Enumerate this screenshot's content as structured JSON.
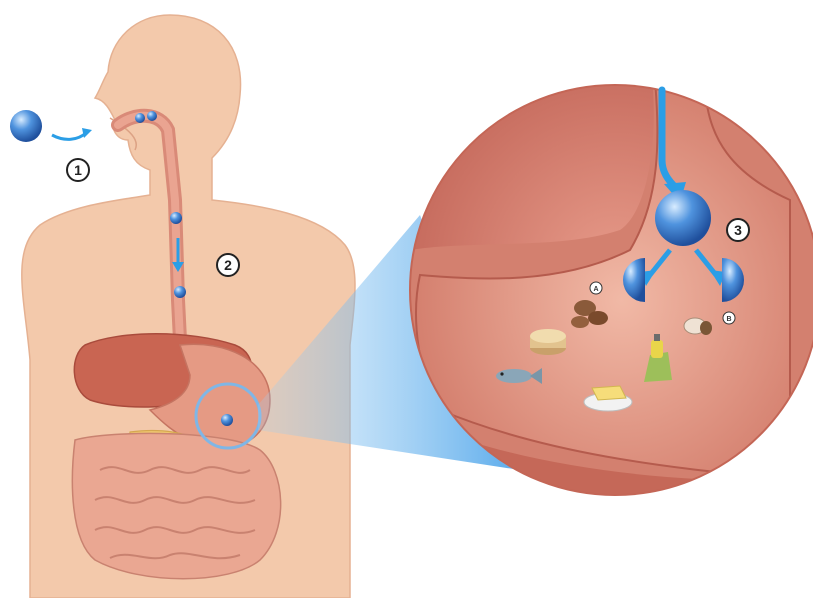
{
  "steps": [
    {
      "label": "1"
    },
    {
      "label": "2"
    },
    {
      "label": "3"
    }
  ],
  "sub_markers": [
    {
      "label": "A"
    },
    {
      "label": "B"
    }
  ],
  "colors": {
    "skin": "#f3c9ab",
    "skin_shadow": "#e0a888",
    "organ": "#d97766",
    "organ_dark": "#b9574a",
    "stomach_inner": "#c96b62",
    "capsule_blue": "#3f86d6",
    "arrow_blue": "#2b9ee6",
    "intestine": "#e8a48f",
    "pancreas": "#f0c870"
  },
  "icons": [
    "capsule-icon",
    "cheese-icon",
    "nuts-icon",
    "fish-icon",
    "butter-icon",
    "oil-bottle-icon",
    "egg-icon"
  ]
}
